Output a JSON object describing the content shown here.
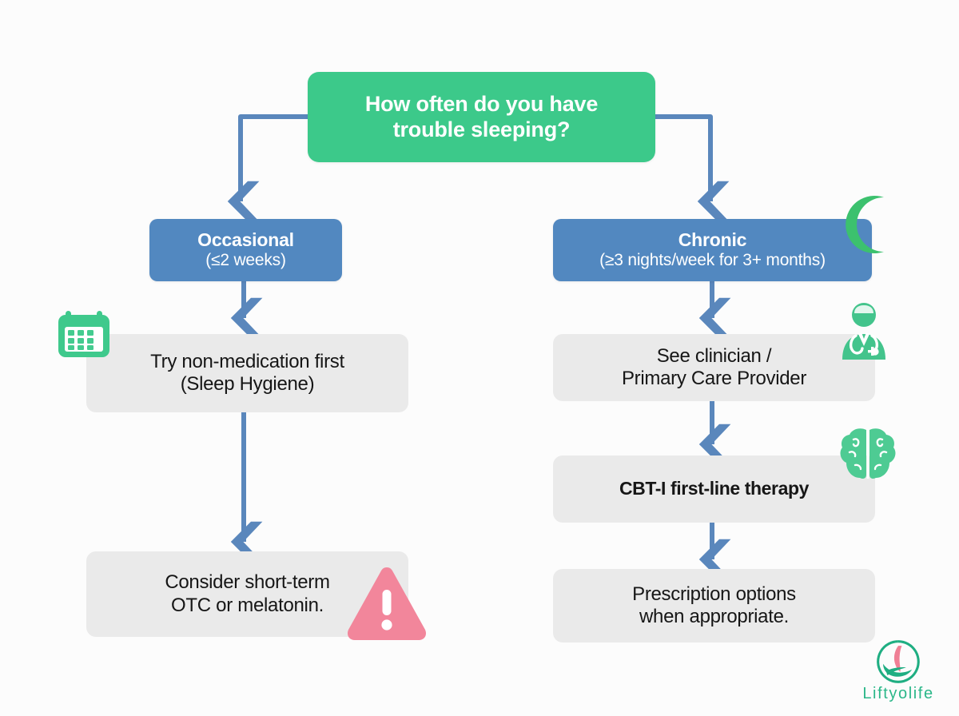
{
  "diagram": {
    "title_node": {
      "id": "root",
      "line1": "How often do you have",
      "line2": "trouble sleeping?",
      "color": "#3cc98a"
    },
    "branches": [
      {
        "id": "occasional",
        "label": "Occasional",
        "detail": "(≤2 weeks)",
        "color": "#5288c0"
      },
      {
        "id": "chronic",
        "label": "Chronic",
        "detail": "(≥3 nights/week for 3+ months)",
        "color": "#5288c0"
      }
    ],
    "left_steps": [
      {
        "id": "sleep-hygiene",
        "line1": "Try non-medication first",
        "line2": "(Sleep Hygiene)",
        "bold": false
      },
      {
        "id": "otc-melatonin",
        "line1": "Consider short-term",
        "line2": "OTC or melatonin.",
        "bold": false
      }
    ],
    "right_steps": [
      {
        "id": "see-clinician",
        "line1": "See clinician /",
        "line2": "Primary Care Provider",
        "bold": false
      },
      {
        "id": "cbti",
        "line1": "CBT-I first-line therapy",
        "line2": "",
        "bold": true
      },
      {
        "id": "prescription",
        "line1": "Prescription options",
        "line2": "when appropriate.",
        "bold": false
      }
    ],
    "icons": [
      {
        "id": "calendar-icon",
        "name": "calendar-icon",
        "color": "#3fc98c"
      },
      {
        "id": "moon-icon",
        "name": "crescent-moon-icon",
        "color": "#3cc16e"
      },
      {
        "id": "doctor-icon",
        "name": "doctor-icon",
        "color": "#43c48c"
      },
      {
        "id": "brain-icon",
        "name": "brain-icon",
        "color": "#4ecb93"
      },
      {
        "id": "warning-icon",
        "name": "warning-triangle-icon",
        "color": "#f2869b"
      }
    ],
    "connector_color": "#5a87bc",
    "background_color": "#fcfcfc",
    "step_background": "#eaeaea"
  },
  "branding": {
    "logo_name": "liftyolife-logo",
    "logo_text": "Liftyolife",
    "logo_green": "#1fae82",
    "logo_pink": "#ef7f95"
  }
}
